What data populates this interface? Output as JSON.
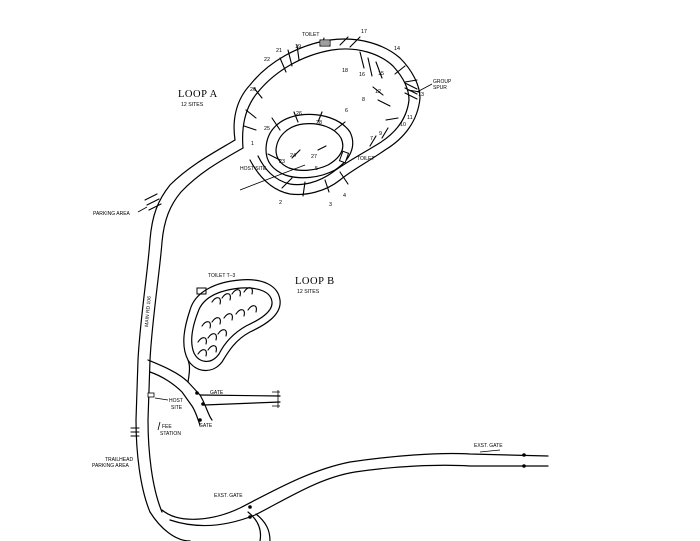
{
  "map": {
    "loops": [
      {
        "name": "LOOP A",
        "sites": "12 SITES"
      },
      {
        "name": "LOOP B",
        "sites": "12 SITES"
      }
    ],
    "facilities": {
      "toilet_top": "TOILET",
      "toilet_right": "TOILET",
      "toilet_loop_b": "TOILET T–3",
      "host_site_a": "HOST SITE",
      "host_site_b_line1": "HOST",
      "host_site_b_line2": "SITE",
      "group_spur_line1": "GROUP",
      "group_spur_line2": "SPUR",
      "parking_area": "PARKING AREA",
      "trailhead_line1": "TRAILHEAD",
      "trailhead_line2": "PARKING AREA",
      "fee_station_line1": "FEE",
      "fee_station_line2": "STATION",
      "gate_1": "GATE",
      "gate_2": "GATE",
      "exit_gate_left": "EXST. GATE",
      "exit_gate_right": "EXST. GATE",
      "main_road": "MAIN RD 106"
    },
    "site_numbers": [
      "1",
      "2",
      "3",
      "4",
      "5",
      "6",
      "7",
      "8",
      "9",
      "10",
      "11",
      "12",
      "13",
      "14",
      "15",
      "16",
      "17",
      "18",
      "19",
      "20",
      "21",
      "22",
      "23",
      "24",
      "25",
      "26",
      "27",
      "28"
    ]
  }
}
